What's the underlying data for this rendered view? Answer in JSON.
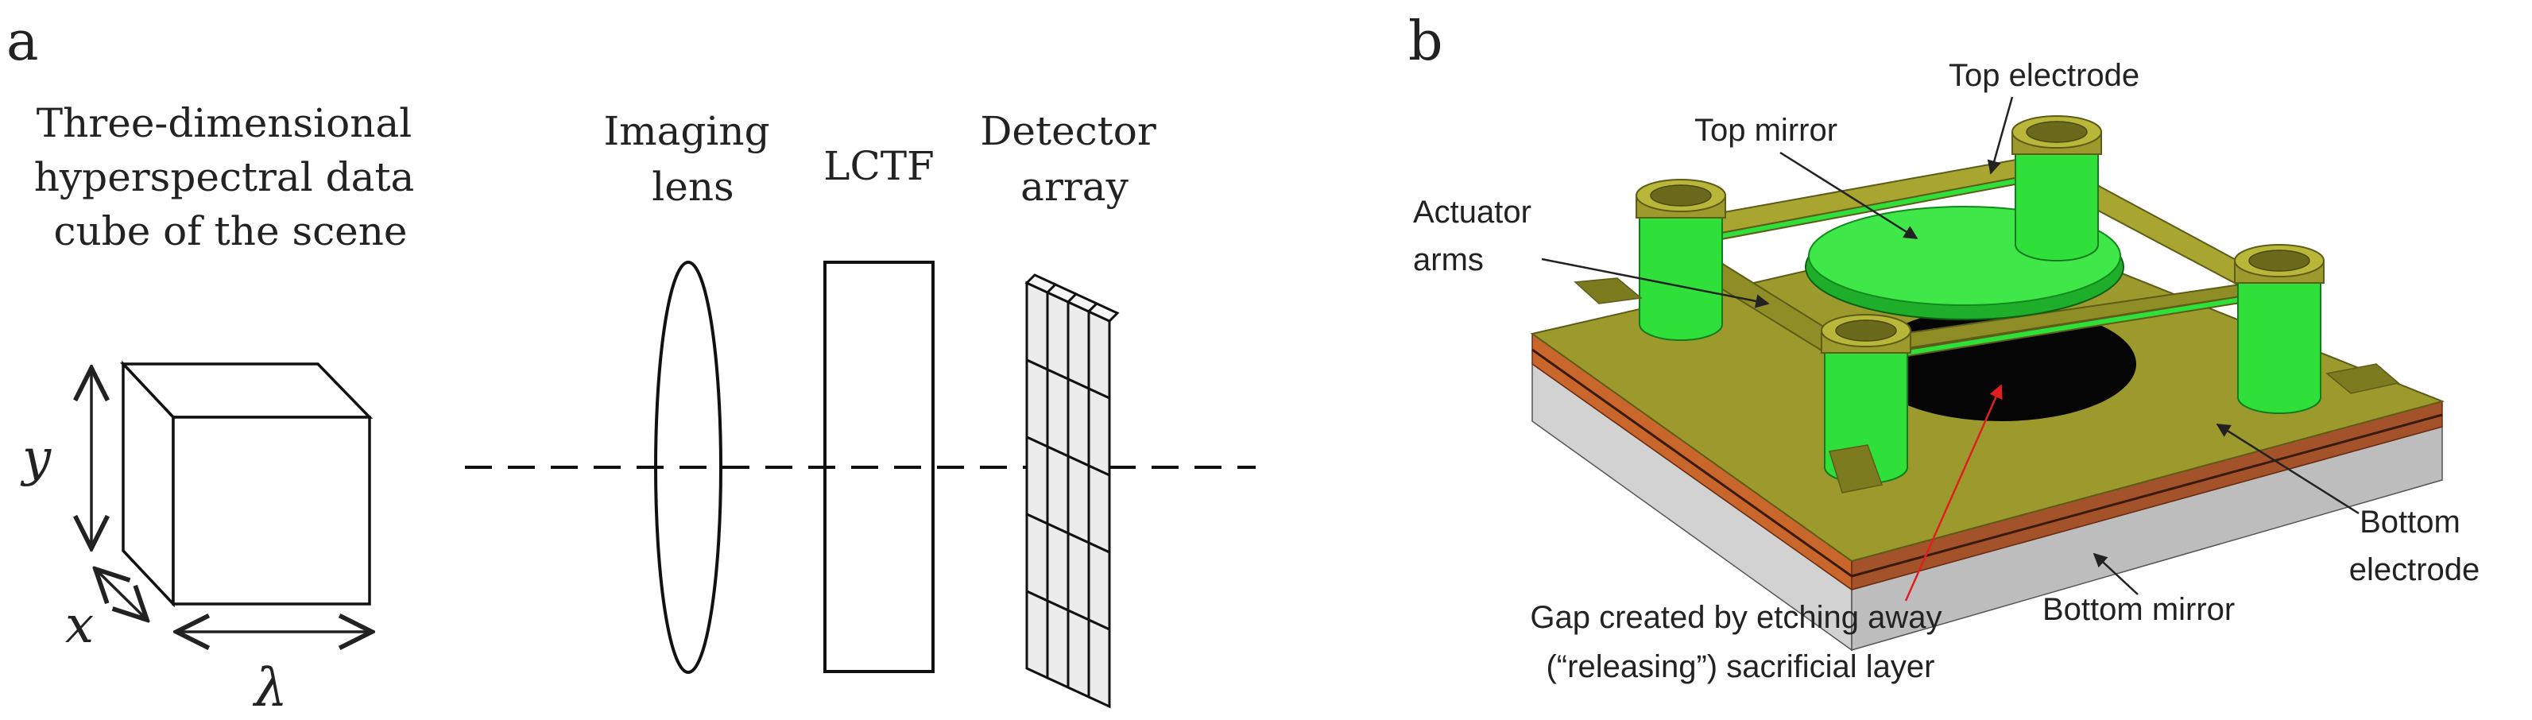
{
  "panel_a": {
    "letter": "a",
    "cube_label": [
      "Three-dimensional",
      "hyperspectral data",
      "cube of the scene"
    ],
    "axis_y": "y",
    "axis_x": "x",
    "axis_lambda": "λ",
    "lens_label": [
      "Imaging",
      "lens"
    ],
    "lctf_label": "LCTF",
    "detector_label": [
      "Detector",
      "array"
    ]
  },
  "panel_b": {
    "letter": "b",
    "top_electrode": "Top electrode",
    "top_mirror": "Top mirror",
    "actuator_arms": [
      "Actuator",
      "arms"
    ],
    "bottom_electrode": [
      "Bottom",
      "electrode"
    ],
    "bottom_mirror": "Bottom mirror",
    "gap": [
      "Gap created by etching away",
      "(“releasing”) sacrificial layer"
    ]
  },
  "colors": {
    "olive": "#9c9a2c",
    "green": "#2fe03a",
    "copper": "#c8662c",
    "gray": "#cfcfcf",
    "cell": "#ececec",
    "arrow_red": "#e02020"
  }
}
